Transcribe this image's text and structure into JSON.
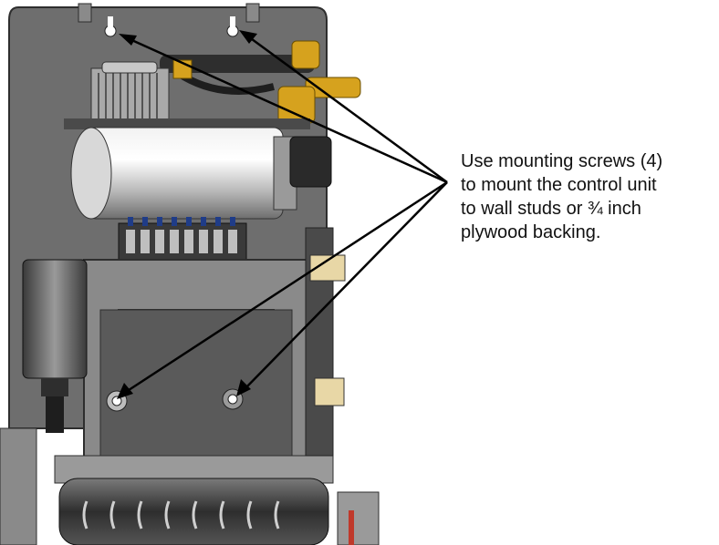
{
  "callout": {
    "lines": [
      "Use mounting screws (4)",
      "to mount the control unit",
      "to wall studs or ¾ inch",
      "plywood backing."
    ]
  },
  "colors": {
    "panel": "#6e6e6e",
    "panel_dark": "#4a4a4a",
    "frame": "#8a8a8a",
    "compressor": "#c8c8c8",
    "brass": "#d6a21e",
    "terminal": "#3a3a3a",
    "label_box": "#e8d7a6",
    "leader": "#000000",
    "text": "#111111"
  },
  "icons": [
    "mounting-hole-icon",
    "arrowhead-icon"
  ]
}
